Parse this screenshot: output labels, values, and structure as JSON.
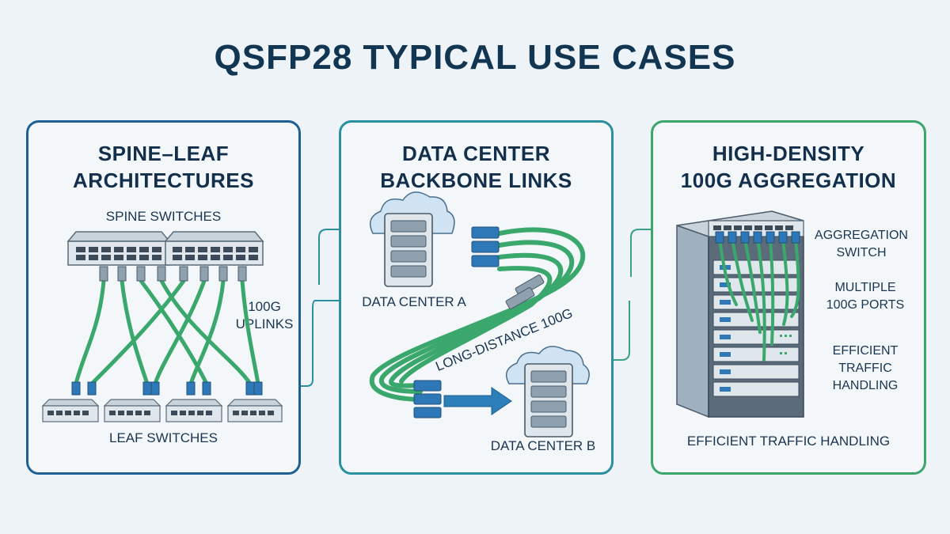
{
  "title": "QSFP28 TYPICAL USE CASES",
  "panels": [
    {
      "title_line1": "SPINE–LEAF",
      "title_line2": "ARCHITECTURES",
      "spine_label": "SPINE SWITCHES",
      "uplink_label_1": "100G",
      "uplink_label_2": "UPLINKS",
      "leaf_label": "LEAF SWITCHES"
    },
    {
      "title_line1": "DATA CENTER",
      "title_line2": "BACKBONE LINKS",
      "dc_a_label": "DATA CENTER A",
      "cable_label": "LONG-DISTANCE 100G",
      "dc_b_label": "DATA CENTER B"
    },
    {
      "title_line1": "HIGH-DENSITY",
      "title_line2": "100G AGGREGATION",
      "agg_label_1": "AGGREGATION",
      "agg_label_2": "SWITCH",
      "ports_label_1": "MULTIPLE",
      "ports_label_2": "100G PORTS",
      "traffic_label_1": "EFFICIENT",
      "traffic_label_2": "TRAFFIC",
      "traffic_label_3": "HANDLING",
      "bottom_label": "EFFICIENT TRAFFIC HANDLING"
    }
  ],
  "colors": {
    "panel1_border": "#1f5f92",
    "panel2_border": "#2b8fa0",
    "panel3_border": "#3aa66a",
    "cable": "#3aa86c",
    "connector": "#2f78b8"
  }
}
